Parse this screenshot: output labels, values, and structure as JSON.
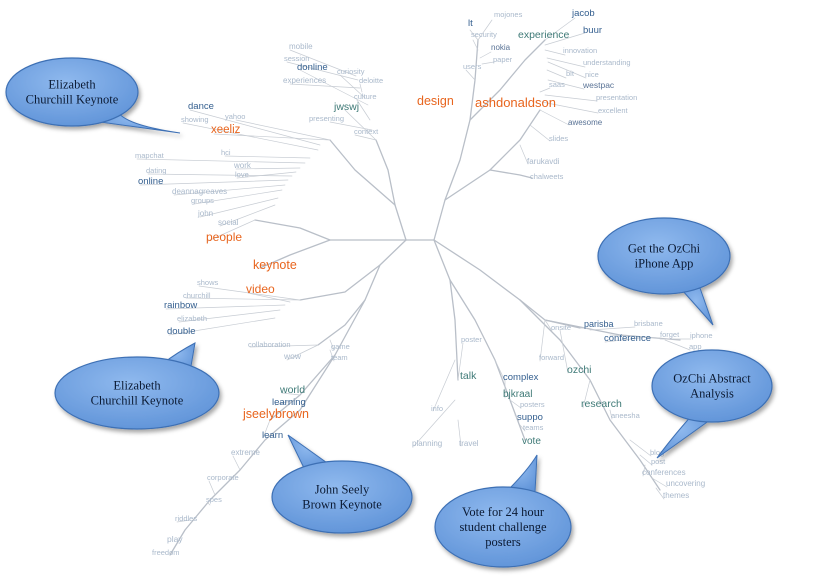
{
  "palette": {
    "orange": "#e8651e",
    "teal": "#3f7a77",
    "blue": "#345f8f",
    "slate": "#5a7396",
    "faint": "#aab9cb",
    "branch": "#c7ccd3",
    "bubble_fill": "#5f93d8",
    "bubble_edge": "#3d6fb4"
  },
  "callouts": [
    {
      "id": "churchill-1",
      "lines": [
        "Elizabeth",
        "Churchill Keynote"
      ]
    },
    {
      "id": "churchill-2",
      "lines": [
        "Elizabeth",
        "Churchill Keynote"
      ]
    },
    {
      "id": "seely",
      "lines": [
        "John Seely",
        "Brown Keynote"
      ]
    },
    {
      "id": "vote",
      "lines": [
        "Vote for 24 hour",
        "student challenge",
        "posters"
      ]
    },
    {
      "id": "app",
      "lines": [
        "Get the OzChi",
        "iPhone App"
      ]
    },
    {
      "id": "abstract",
      "lines": [
        "OzChi Abstract",
        "Analysis"
      ]
    }
  ],
  "words": [
    {
      "text": "ashdonaldson",
      "tone": "orange"
    },
    {
      "text": "design",
      "tone": "orange"
    },
    {
      "text": "xeeliz",
      "tone": "orange"
    },
    {
      "text": "people",
      "tone": "orange"
    },
    {
      "text": "keynote",
      "tone": "orange"
    },
    {
      "text": "video",
      "tone": "orange"
    },
    {
      "text": "jseelybrown",
      "tone": "orange"
    },
    {
      "text": "experience",
      "tone": "teal"
    },
    {
      "text": "jwswj",
      "tone": "teal"
    },
    {
      "text": "world",
      "tone": "teal"
    },
    {
      "text": "talk",
      "tone": "teal"
    },
    {
      "text": "ozchi",
      "tone": "teal"
    },
    {
      "text": "research",
      "tone": "teal"
    },
    {
      "text": "vote",
      "tone": "teal"
    },
    {
      "text": "bjkraal",
      "tone": "teal"
    },
    {
      "text": "jacob",
      "tone": "blue"
    },
    {
      "text": "buur",
      "tone": "blue"
    },
    {
      "text": "lt",
      "tone": "blue"
    },
    {
      "text": "donline",
      "tone": "blue"
    },
    {
      "text": "dance",
      "tone": "blue"
    },
    {
      "text": "online",
      "tone": "blue"
    },
    {
      "text": "rainbow",
      "tone": "blue"
    },
    {
      "text": "double",
      "tone": "blue"
    },
    {
      "text": "learning",
      "tone": "blue"
    },
    {
      "text": "learn",
      "tone": "blue"
    },
    {
      "text": "complex",
      "tone": "blue"
    },
    {
      "text": "suppo",
      "tone": "blue"
    },
    {
      "text": "conference",
      "tone": "blue"
    },
    {
      "text": "parisba",
      "tone": "blue"
    },
    {
      "text": "mojones",
      "tone": "faint"
    },
    {
      "text": "security",
      "tone": "faint"
    },
    {
      "text": "nokia",
      "tone": "slate"
    },
    {
      "text": "paper",
      "tone": "faint"
    },
    {
      "text": "users",
      "tone": "faint"
    },
    {
      "text": "innovation",
      "tone": "faint"
    },
    {
      "text": "understanding",
      "tone": "faint"
    },
    {
      "text": "nice",
      "tone": "faint"
    },
    {
      "text": "bit",
      "tone": "faint"
    },
    {
      "text": "westpac",
      "tone": "slate"
    },
    {
      "text": "saas",
      "tone": "faint"
    },
    {
      "text": "presentation",
      "tone": "faint"
    },
    {
      "text": "excellent",
      "tone": "faint"
    },
    {
      "text": "awesome",
      "tone": "slate"
    },
    {
      "text": "slides",
      "tone": "faint"
    },
    {
      "text": "farukavdi",
      "tone": "faint"
    },
    {
      "text": "chalweets",
      "tone": "faint"
    },
    {
      "text": "mobile",
      "tone": "faint"
    },
    {
      "text": "session",
      "tone": "faint"
    },
    {
      "text": "curiosity",
      "tone": "faint"
    },
    {
      "text": "experiences",
      "tone": "faint"
    },
    {
      "text": "deloitte",
      "tone": "faint"
    },
    {
      "text": "culture",
      "tone": "faint"
    },
    {
      "text": "presenting",
      "tone": "faint"
    },
    {
      "text": "context",
      "tone": "faint"
    },
    {
      "text": "yahoo",
      "tone": "faint"
    },
    {
      "text": "showing",
      "tone": "faint"
    },
    {
      "text": "hci",
      "tone": "faint"
    },
    {
      "text": "mapchat",
      "tone": "faint"
    },
    {
      "text": "work",
      "tone": "faint"
    },
    {
      "text": "love",
      "tone": "faint"
    },
    {
      "text": "dating",
      "tone": "faint"
    },
    {
      "text": "deannagreaves",
      "tone": "faint"
    },
    {
      "text": "groups",
      "tone": "faint"
    },
    {
      "text": "john",
      "tone": "faint"
    },
    {
      "text": "social",
      "tone": "faint"
    },
    {
      "text": "shows",
      "tone": "faint"
    },
    {
      "text": "churchill",
      "tone": "faint"
    },
    {
      "text": "elizabeth",
      "tone": "faint"
    },
    {
      "text": "collaboration",
      "tone": "faint"
    },
    {
      "text": "wow",
      "tone": "faint"
    },
    {
      "text": "game",
      "tone": "faint"
    },
    {
      "text": "team",
      "tone": "faint"
    },
    {
      "text": "extreme",
      "tone": "faint"
    },
    {
      "text": "corporate",
      "tone": "faint"
    },
    {
      "text": "spes",
      "tone": "faint"
    },
    {
      "text": "riddles",
      "tone": "faint"
    },
    {
      "text": "play",
      "tone": "faint"
    },
    {
      "text": "freedom",
      "tone": "faint"
    },
    {
      "text": "poster",
      "tone": "faint"
    },
    {
      "text": "info",
      "tone": "faint"
    },
    {
      "text": "planning",
      "tone": "faint"
    },
    {
      "text": "travel",
      "tone": "faint"
    },
    {
      "text": "posters",
      "tone": "faint"
    },
    {
      "text": "teams",
      "tone": "faint"
    },
    {
      "text": "forward",
      "tone": "faint"
    },
    {
      "text": "onsite",
      "tone": "faint"
    },
    {
      "text": "brisbane",
      "tone": "faint"
    },
    {
      "text": "forget",
      "tone": "faint"
    },
    {
      "text": "iphone",
      "tone": "faint"
    },
    {
      "text": "app",
      "tone": "faint"
    },
    {
      "text": "aneesha",
      "tone": "faint"
    },
    {
      "text": "blog",
      "tone": "faint"
    },
    {
      "text": "post",
      "tone": "faint"
    },
    {
      "text": "conferences",
      "tone": "faint"
    },
    {
      "text": "uncovering",
      "tone": "faint"
    },
    {
      "text": "themes",
      "tone": "faint"
    }
  ]
}
